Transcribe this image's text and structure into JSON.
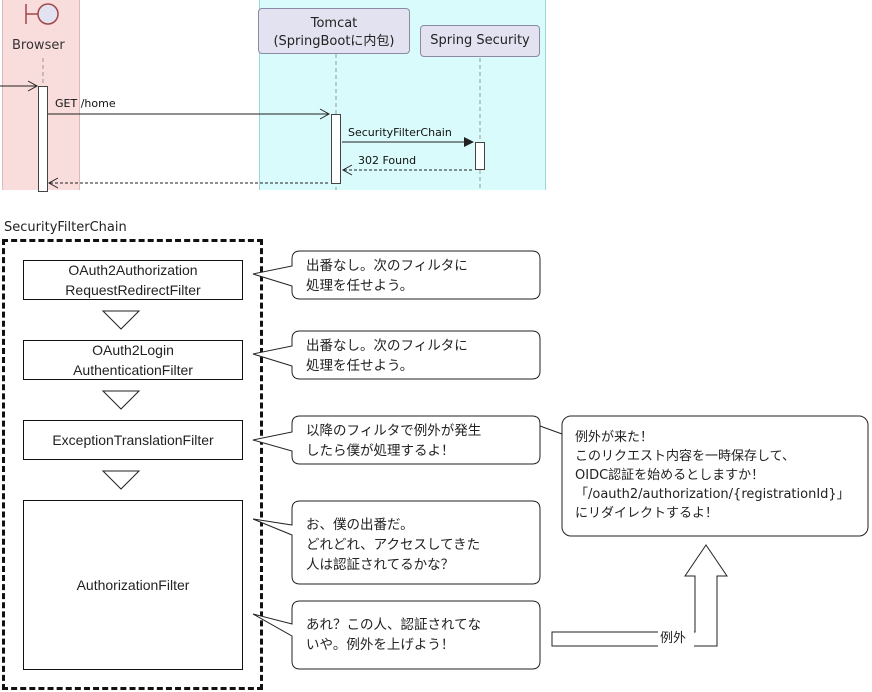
{
  "sequence": {
    "participants": {
      "browser": "Browser",
      "tomcat": "Tomcat\n(SpringBootに内包)",
      "spring_security": "Spring Security"
    },
    "messages": {
      "get_home": "GET /home",
      "security_filter_chain": "SecurityFilterChain",
      "found_302": "302 Found"
    }
  },
  "chain": {
    "title": "SecurityFilterChain",
    "filters": [
      "OAuth2Authorization\nRequestRedirectFilter",
      "OAuth2Login\nAuthenticationFilter",
      "ExceptionTranslationFilter",
      "AuthorizationFilter"
    ]
  },
  "callouts": {
    "redirect_filter": "出番なし。次のフィルタに\n処理を任せよう。",
    "login_filter": "出番なし。次のフィルタに\n処理を任せよう。",
    "exception_filter": "以降のフィルタで例外が発生\nしたら僕が処理するよ！",
    "authorization_turn": "お、僕の出番だ。\nどれどれ、アクセスしてきた\n人は認証されてるかな？",
    "authorization_fail": "あれ？この人、認証されてな\nいや。例外を上げよう！",
    "exception_caught": "例外が来た！\nこのリクエスト内容を一時保存して、\nOIDC認証を始めるとしますか！\n「/oauth2/authorization/{registrationId}」\nにリダイレクトするよ！"
  },
  "exception_arrow_label": "例外"
}
